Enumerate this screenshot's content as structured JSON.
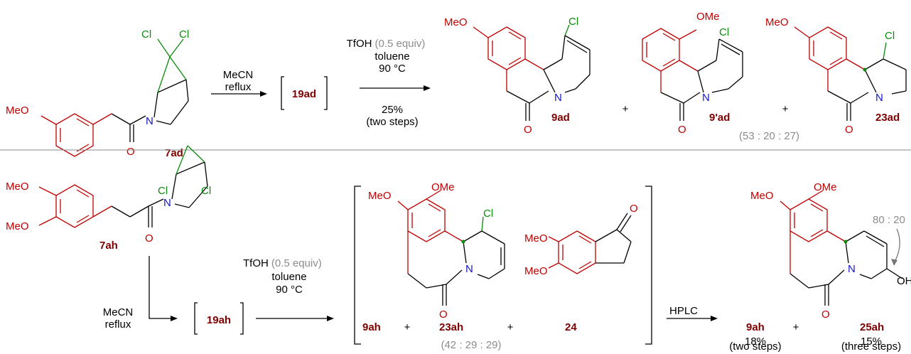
{
  "row1": {
    "sm_label": "7ad",
    "sm_meo": "MeO",
    "sm_o": "O",
    "sm_n": "N",
    "cl": "Cl",
    "step1_line1": "MeCN",
    "step1_line2": "reflux",
    "intermediate": "19ad",
    "step2_reagent": "TfOH",
    "step2_equiv": "(0.5 equiv)",
    "step2_solvent": "toluene",
    "step2_temp": "90 °C",
    "step2_yield": "25%",
    "step2_note": "(two steps)",
    "p1_label": "9ad",
    "p2_label": "9'ad",
    "p3_label": "23ad",
    "ome": "OMe",
    "plus": "+",
    "ratio": "(53 : 20 : 27)"
  },
  "row2": {
    "sm_label": "7ah",
    "meo": "MeO",
    "ome": "OMe",
    "o": "O",
    "n": "N",
    "cl": "Cl",
    "oh": "OH",
    "step1_line1": "MeCN",
    "step1_line2": "reflux",
    "intermediate": "19ah",
    "step2_reagent": "TfOH",
    "step2_equiv": "(0.5 equiv)",
    "step2_solvent": "toluene",
    "step2_temp": "90 °C",
    "mix_a": "9ah",
    "mix_b": "23ah",
    "mix_c": "24",
    "plus": "+",
    "mix_ratio": "(42 : 29 : 29)",
    "hplc": "HPLC",
    "prod_a": "9ah",
    "prod_b": "25ah",
    "prod_a_yield": "18%",
    "prod_a_note": "(two steps)",
    "prod_b_yield": "15%",
    "prod_b_note": "(three steps)",
    "dr": "80 : 20"
  },
  "colors": {
    "aryl": "#c00000",
    "chloro": "#0a8a0a",
    "nitrogen": "#1414c8",
    "label": "#800000",
    "note": "#8c8c8c"
  }
}
